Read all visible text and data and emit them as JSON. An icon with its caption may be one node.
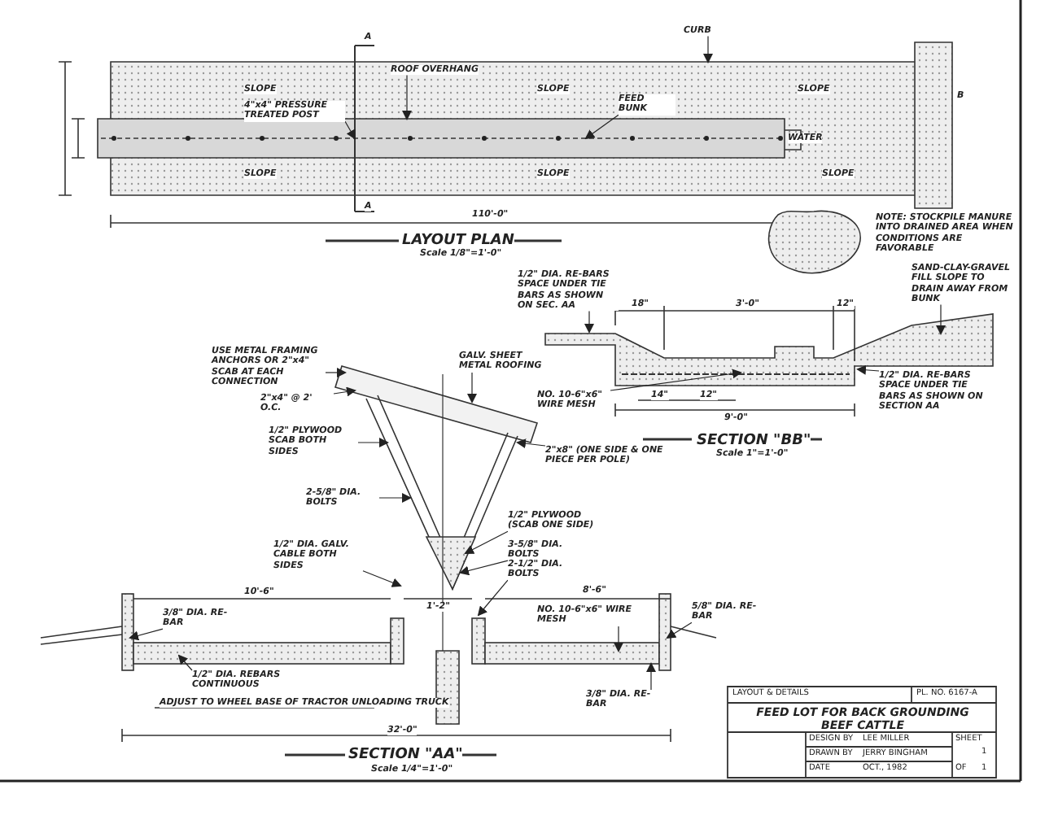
{
  "diagram": {
    "nodes": [
      {
        "text": [
          "CURB"
        ]
      },
      {
        "text": [
          "ROOF OVERHANG"
        ]
      },
      {
        "text": [
          "4\"x4\" PRESSURE TREATED POST"
        ]
      },
      {
        "text": [
          "FEED BUNK"
        ]
      },
      {
        "text": [
          "1/2\" DIA. RE-BARS SPACE UNDER TIE BARS AS SHOWN ON SEC. AA"
        ]
      },
      {
        "text": [
          "SAND-CLAY-GRAVEL FILL SLOPE TO DRAIN AWAY FROM BUNK"
        ]
      },
      {
        "text": [
          "NO. 10-6\"x6\" WIRE MESH"
        ]
      },
      {
        "text": [
          "1/2\" DIA. RE-BARS SPACE UNDER TIE BARS AS SHOWN ON SECTION AA"
        ]
      },
      {
        "text": [
          "USE METAL FRAMING ANCHORS OR 2\"x4\" SCAB AT EACH CONNECTION"
        ]
      },
      {
        "text": [
          "2\"x4\" @ 2' O.C."
        ]
      },
      {
        "text": [
          "1/2\" PLYWOOD SCAB BOTH SIDES"
        ]
      },
      {
        "text": [
          "GALV. SHEET METAL ROOFING"
        ]
      },
      {
        "text": [
          "2\"x8\" (ONE SIDE & ONE PIECE PER POLE)"
        ]
      },
      {
        "text": [
          "2-5/8\" DIA. BOLTS"
        ]
      },
      {
        "text": [
          "1/2\" PLYWOOD (SCAB ONE SIDE)"
        ]
      },
      {
        "text": [
          "3-5/8\" DIA. BOLTS"
        ]
      },
      {
        "text": [
          "1/2\" DIA. GALV. CABLE BOTH SIDES"
        ]
      },
      {
        "text": [
          "2-1/2\" DIA. BOLTS"
        ]
      },
      {
        "text": [
          "3/8\" DIA. RE-BAR"
        ]
      },
      {
        "text": [
          "1/2\" DIA. REBARS CONTINUOUS"
        ]
      },
      {
        "text": [
          "NO. 10-6\"x6\" WIRE MESH"
        ]
      },
      {
        "text": [
          "5/8\" DIA. RE-BAR"
        ]
      },
      {
        "text": [
          "3/8\" DIA. RE-BAR"
        ]
      }
    ],
    "edges": [
      {
        "from": 0,
        "to": null,
        "arrow": "to"
      },
      {
        "from": 1,
        "to": null,
        "arrow": "to"
      },
      {
        "from": 2,
        "to": null,
        "arrow": "to"
      },
      {
        "from": 3,
        "to": null,
        "arrow": "to"
      },
      {
        "from": 4,
        "to": null,
        "arrow": "to"
      },
      {
        "from": 5,
        "to": null,
        "arrow": "to"
      },
      {
        "from": 6,
        "to": null,
        "arrow": "to"
      },
      {
        "from": 7,
        "to": null,
        "arrow": "to"
      },
      {
        "from": 8,
        "to": null,
        "arrow": "to"
      },
      {
        "from": 9,
        "to": null,
        "arrow": "to"
      },
      {
        "from": 10,
        "to": null,
        "arrow": "to"
      },
      {
        "from": 11,
        "to": null,
        "arrow": "to"
      },
      {
        "from": 12,
        "to": null,
        "arrow": "to"
      },
      {
        "from": 13,
        "to": null,
        "arrow": "to"
      },
      {
        "from": 14,
        "to": null,
        "arrow": "to"
      },
      {
        "from": 15,
        "to": null,
        "arrow": "to"
      },
      {
        "from": 16,
        "to": null,
        "arrow": "to"
      },
      {
        "from": 17,
        "to": null,
        "arrow": "to"
      },
      {
        "from": 18,
        "to": null,
        "arrow": "to"
      },
      {
        "from": 19,
        "to": null,
        "arrow": "to"
      },
      {
        "from": 20,
        "to": null,
        "arrow": "to"
      },
      {
        "from": 21,
        "to": null,
        "arrow": "to"
      },
      {
        "from": 22,
        "to": null,
        "arrow": "to"
      }
    ],
    "labels": [
      "A",
      "SLOPE",
      "SLOPE",
      "SLOPE",
      "B",
      "WATER",
      "SLOPE",
      "SLOPE",
      "SLOPE",
      "A",
      "110'-0\"",
      "LAYOUT PLAN",
      "Scale 1/8\"=1'-0\"",
      "NOTE: STOCKPILE MANURE INTO DRAINED AREA WHEN CONDITIONS ARE FAVORABLE",
      "18\"",
      "3'-0\"",
      "12\"",
      "14\"",
      "12\"",
      "9'-0\"",
      "SECTION \"BB\"",
      "Scale 1\"=1'-0\"",
      "10'-6\"",
      "1'-2\"",
      "8'-6\"",
      "ADJUST TO WHEEL BASE OF TRACTOR UNLOADING TRUCK",
      "32'-0\"",
      "SECTION \"AA\"",
      "Scale 1/4\"=1'-0\"",
      "LAYOUT & DETAILS",
      "PL. NO. 6167-A",
      "FEED LOT FOR BACK GROUNDING BEEF CATTLE",
      "DESIGN BY",
      "LEE MILLER",
      "DRAWN BY",
      "JERRY BINGHAM",
      "DATE",
      "OCT., 1982",
      "SHEET",
      "1",
      "OF",
      "1"
    ]
  }
}
